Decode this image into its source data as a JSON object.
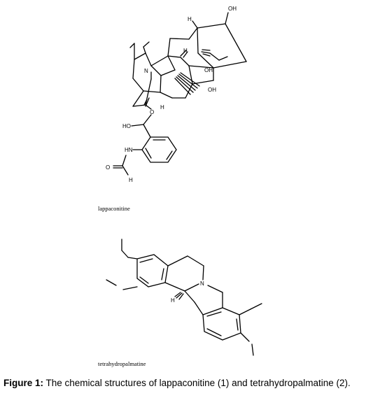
{
  "molecules": [
    {
      "name": "lappaconitine",
      "atoms": {
        "oh_top": "OH",
        "h_top": "H",
        "h_mid": "H",
        "oh_1": "OH",
        "oh_2": "OH",
        "n": "N",
        "h_lower": "H",
        "o_ester": "O",
        "ho": "HO",
        "hn": "HN",
        "o_formyl": "O",
        "h_formyl": "H"
      }
    },
    {
      "name": "tetrahydropalmatine",
      "atoms": {
        "n": "N",
        "h": "H"
      }
    }
  ],
  "caption": {
    "label": "Figure 1:",
    "text": " The chemical structures of lappaconitine (1) and tetrahydropalmatine (2)."
  }
}
